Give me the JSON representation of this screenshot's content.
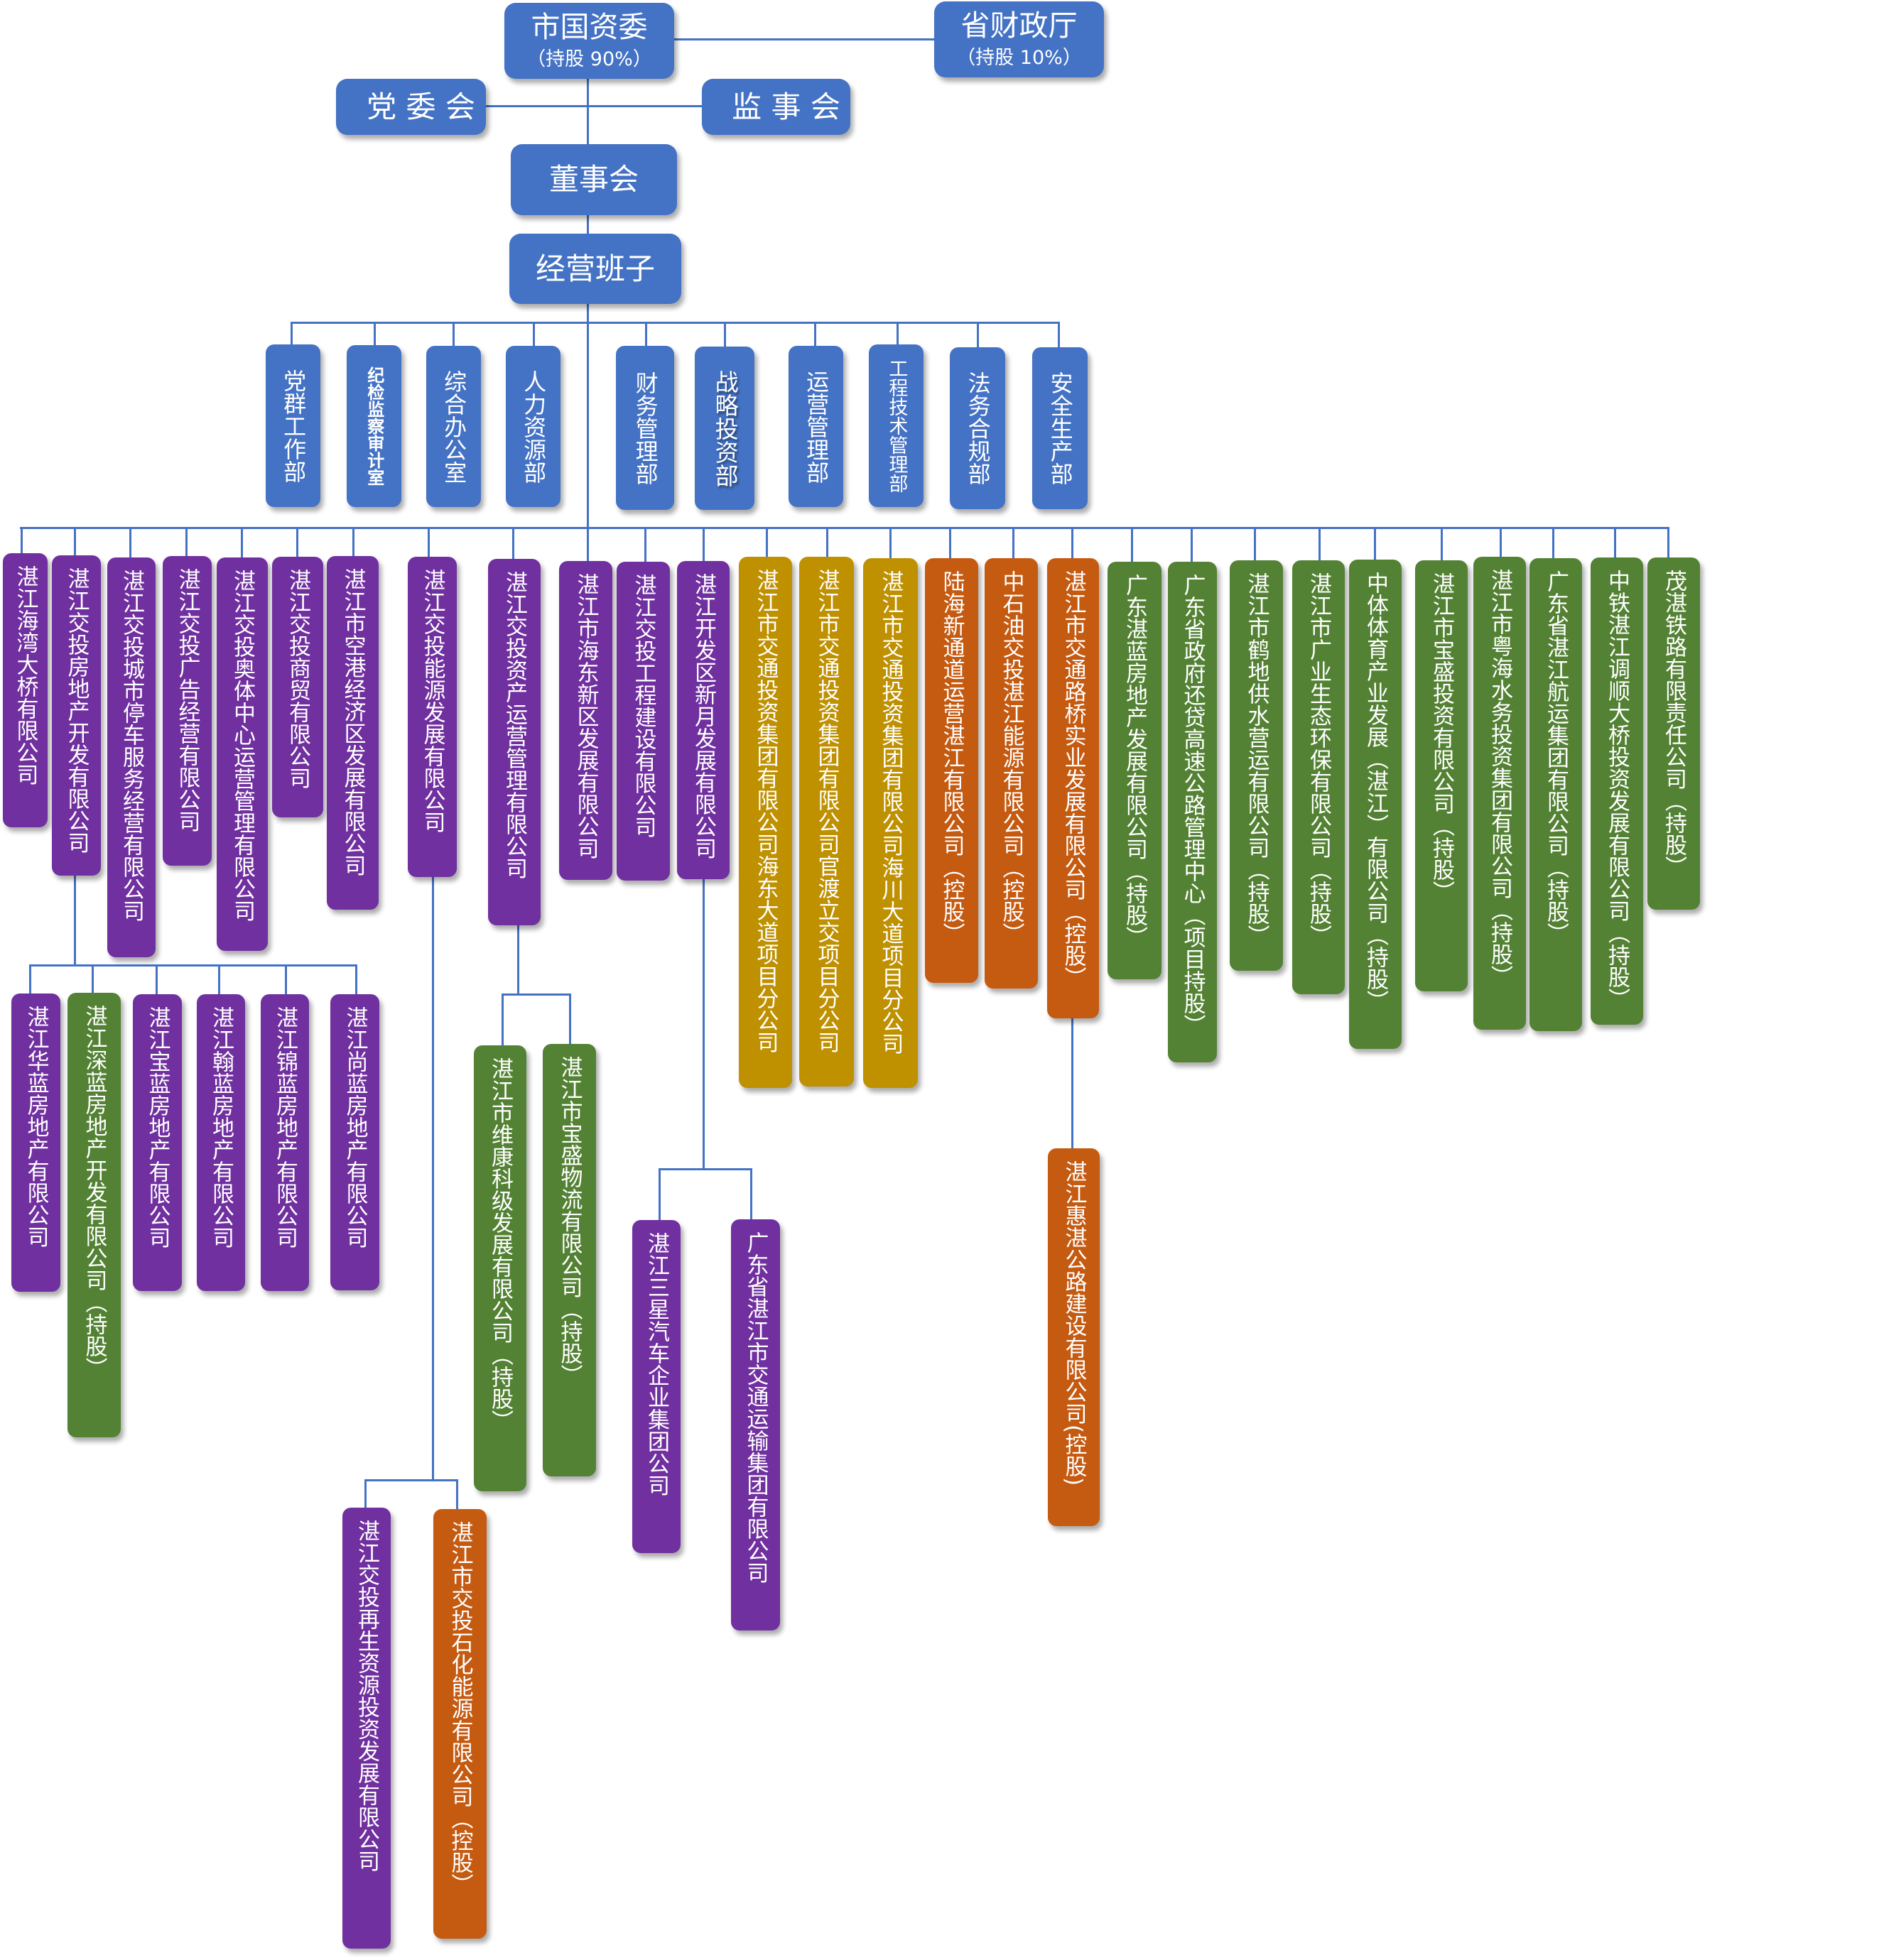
{
  "palette": {
    "blue": "#4472C4",
    "purple": "#7030A0",
    "gold": "#BF9000",
    "orange": "#C55A11",
    "green": "#548235",
    "connector": "#4472C4",
    "label": "#FFFFFF"
  },
  "shareholders": [
    {
      "name": "市国资委",
      "stake": "（持股 90%）",
      "fill": "blue"
    },
    {
      "name": "省财政厅",
      "stake": "（持股 10%）",
      "fill": "blue"
    }
  ],
  "governance": {
    "party_committee": {
      "name": "党 委 会",
      "fill": "blue"
    },
    "supervisory_board": {
      "name": "监 事 会",
      "fill": "blue"
    },
    "board_of_directors": {
      "name": "董事会",
      "fill": "blue"
    },
    "management_team": {
      "name": "经营班子",
      "fill": "blue"
    }
  },
  "departments": [
    {
      "name": "党群工作部",
      "fill": "blue"
    },
    {
      "name": "纪检监察审计室",
      "fill": "blue"
    },
    {
      "name": "综合办公室",
      "fill": "blue"
    },
    {
      "name": "人力资源部",
      "fill": "blue"
    },
    {
      "name": "财务管理部",
      "fill": "blue"
    },
    {
      "name": "战略投资部",
      "fill": "blue"
    },
    {
      "name": "运营管理部",
      "fill": "blue"
    },
    {
      "name": "工程技术管理部",
      "fill": "blue"
    },
    {
      "name": "法务合规部",
      "fill": "blue"
    },
    {
      "name": "安全生产部",
      "fill": "blue"
    }
  ],
  "subsidiaries": [
    {
      "name": "湛江海湾大桥有限公司",
      "fill": "purple"
    },
    {
      "name": "湛江交投房地产开发有限公司",
      "fill": "purple",
      "children": [
        {
          "name": "湛江华蓝房地产有限公司",
          "fill": "purple"
        },
        {
          "name": "湛江深蓝房地产开发有限公司（持股）",
          "fill": "green"
        },
        {
          "name": "湛江宝蓝房地产有限公司",
          "fill": "purple"
        },
        {
          "name": "湛江翰蓝房地产有限公司",
          "fill": "purple"
        },
        {
          "name": "湛江锦蓝房地产有限公司",
          "fill": "purple"
        },
        {
          "name": "湛江尚蓝房地产有限公司",
          "fill": "purple"
        }
      ]
    },
    {
      "name": "湛江交投城市停车服务经营有限公司",
      "fill": "purple"
    },
    {
      "name": "湛江交投广告经营有限公司",
      "fill": "purple"
    },
    {
      "name": "湛江交投奥体中心运营管理有限公司",
      "fill": "purple"
    },
    {
      "name": "湛江交投商贸有限公司",
      "fill": "purple"
    },
    {
      "name": "湛江市空港经济区发展有限公司",
      "fill": "purple"
    },
    {
      "name": "湛江交投能源发展有限公司",
      "fill": "purple",
      "children": [
        {
          "name": "湛江交投再生资源投资发展有限公司",
          "fill": "purple"
        },
        {
          "name": "湛江市交投石化能源有限公司（控股）",
          "fill": "orange"
        }
      ]
    },
    {
      "name": "湛江交投资产运营管理有限公司",
      "fill": "purple",
      "children": [
        {
          "name": "湛江市维康科级发展有限公司（持股）",
          "fill": "green"
        },
        {
          "name": "湛江市宝盛物流有限公司（持股）",
          "fill": "green"
        }
      ]
    },
    {
      "name": "湛江市海东新区发展有限公司",
      "fill": "purple"
    },
    {
      "name": "湛江交投工程建设有限公司",
      "fill": "purple"
    },
    {
      "name": "湛江开发区新月发展有限公司",
      "fill": "purple",
      "children": [
        {
          "name": "湛江三星汽车企业集团公司",
          "fill": "purple"
        },
        {
          "name": "广东省湛江市交通运输集团有限公司",
          "fill": "purple"
        }
      ]
    },
    {
      "name": "湛江市交通投资集团有限公司海东大道项目分公司",
      "fill": "gold"
    },
    {
      "name": "湛江市交通投资集团有限公司官渡立交项目分公司",
      "fill": "gold"
    },
    {
      "name": "湛江市交通投资集团有限公司海川大道项目分公司",
      "fill": "gold"
    },
    {
      "name": "陆海新通道运营湛江有限公司（控股）",
      "fill": "orange"
    },
    {
      "name": "中石油交投湛江能源有限公司（控股）",
      "fill": "orange"
    },
    {
      "name": "湛江市交通路桥实业发展有限公司（控股）",
      "fill": "orange",
      "children": [
        {
          "name": "湛江惠湛公路建设有限公司(控股)",
          "fill": "orange"
        }
      ]
    },
    {
      "name": "广东湛蓝房地产发展有限公司（持股）",
      "fill": "green"
    },
    {
      "name": "广东省政府还贷高速公路管理中心（项目持股）",
      "fill": "green"
    },
    {
      "name": "湛江市鹤地供水营运有限公司（持股）",
      "fill": "green"
    },
    {
      "name": "湛江市广业生态环保有限公司（持股）",
      "fill": "green"
    },
    {
      "name": "中体体育产业发展（湛江）有限公司（持股）",
      "fill": "green"
    },
    {
      "name": "湛江市宝盛投资有限公司（持股）",
      "fill": "green"
    },
    {
      "name": "湛江市粤海水务投资集团有限公司（持股）",
      "fill": "green"
    },
    {
      "name": "广东省湛江航运集团有限公司（持股）",
      "fill": "green"
    },
    {
      "name": "中铁湛江调顺大桥投资发展有限公司（持股）",
      "fill": "green"
    },
    {
      "name": "茂湛铁路有限责任公司（持股）",
      "fill": "green"
    }
  ]
}
